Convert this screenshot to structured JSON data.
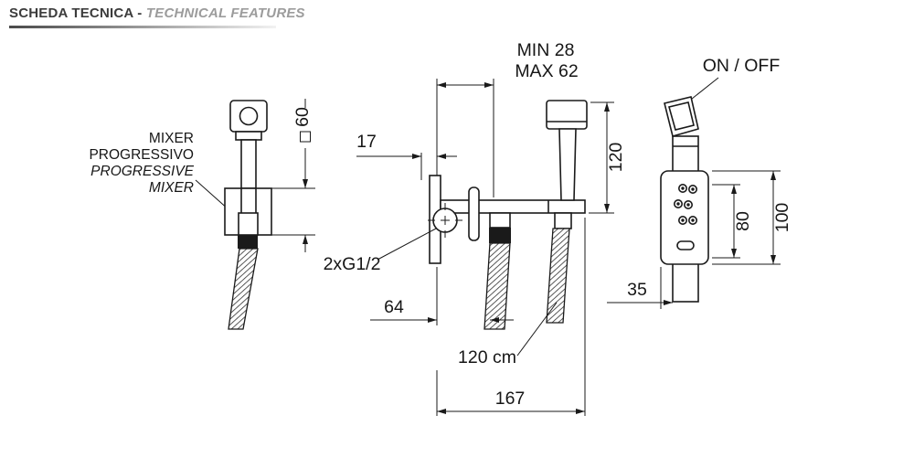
{
  "header": {
    "title_primary": "SCHEDA TECNICA -",
    "title_secondary": "TECHNICAL FEATURES"
  },
  "front_view": {
    "label": {
      "line1": "MIXER",
      "line2": "PROGRESSIVO",
      "line3": "PROGRESSIVE",
      "line4": "MIXER"
    },
    "dim_square": "60"
  },
  "side_view": {
    "dim_min": "MIN 28",
    "dim_max": "MAX 62",
    "dim_offset": "17",
    "dim_height": "120",
    "connection": "2xG1/2",
    "dim_hose_offset": "64",
    "hose_length": "120 cm",
    "dim_depth": "167"
  },
  "back_view": {
    "switch_label": "ON / OFF",
    "dim_holes": "80",
    "dim_plate": "100",
    "dim_width": "35"
  },
  "colors": {
    "line": "#1a1a1a",
    "title_primary": "#3c3c3c",
    "title_secondary": "#9c9c9c"
  }
}
